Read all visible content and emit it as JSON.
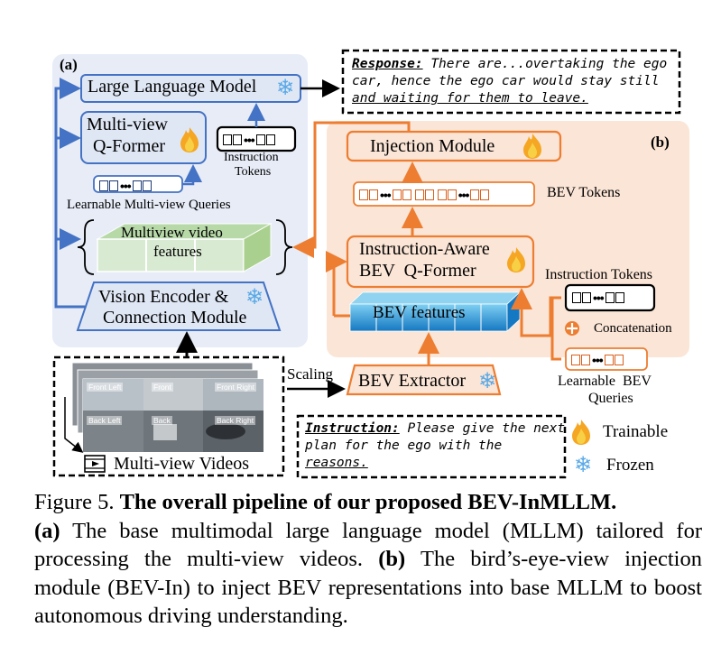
{
  "panel_a": {
    "label": "(a)",
    "llm": "Large Language Model",
    "qformer_line1": "Multi-view",
    "qformer_line2": "Q-Former",
    "instruction_tokens_line1": "Instruction",
    "instruction_tokens_line2": "Tokens",
    "learnable_queries": "Learnable Multi-view Queries",
    "video_features_line1": "Multiview video",
    "video_features_line2": "features",
    "vision_encoder_line1": "Vision Encoder &",
    "vision_encoder_line2": "Connection Module"
  },
  "panel_b": {
    "label": "(b)",
    "injection_module": "Injection Module",
    "bev_tokens": "BEV Tokens",
    "iabq_line1": "Instruction-Aware",
    "iabq_line2": "BEV  Q-Former",
    "instruction_tokens": "Instruction Tokens",
    "concatenation": "Concatenation",
    "bev_features": "BEV features",
    "bev_extractor": "BEV Extractor",
    "learnable_bev_line1": "Learnable  BEV",
    "learnable_bev_line2": "Queries"
  },
  "response": {
    "label": "Response:",
    "line1": "There are...overtaking the ego",
    "line2": "car, hence the ego car would stay still",
    "line3": "and waiting for them to leave."
  },
  "instruction": {
    "label": "Instruction:",
    "line1": "Please give the next",
    "line2": "plan for the ego with the",
    "line3": "reasons."
  },
  "videos": {
    "scaling": "Scaling",
    "caption": "Multi-view Videos",
    "views": [
      "Front Left",
      "Front",
      "Front Right",
      "Back Left",
      "Back",
      "Back Right"
    ]
  },
  "legend": {
    "trainable": "Trainable",
    "frozen": "Frozen"
  },
  "caption": {
    "prefix": "Figure 5. ",
    "title": "The overall pipeline of our proposed BEV-InMLLM.",
    "a_label": "(a)",
    "a_text": " The base multimodal large language model (MLLM) tailored for processing the multi-view videos. ",
    "b_label": "(b)",
    "b_text": " The bird’s-eye-view injection module (BEV-In) to inject BEV representations into base MLLM to boost autonomous driving understanding."
  },
  "colors": {
    "blue_panel": "#e6ecf8",
    "blue_stroke": "#4472c4",
    "orange_panel": "#fbe4d5",
    "orange_stroke": "#ed7d31",
    "green_feature": "#d9ead3",
    "bev_blue": "#1a9bd7"
  }
}
